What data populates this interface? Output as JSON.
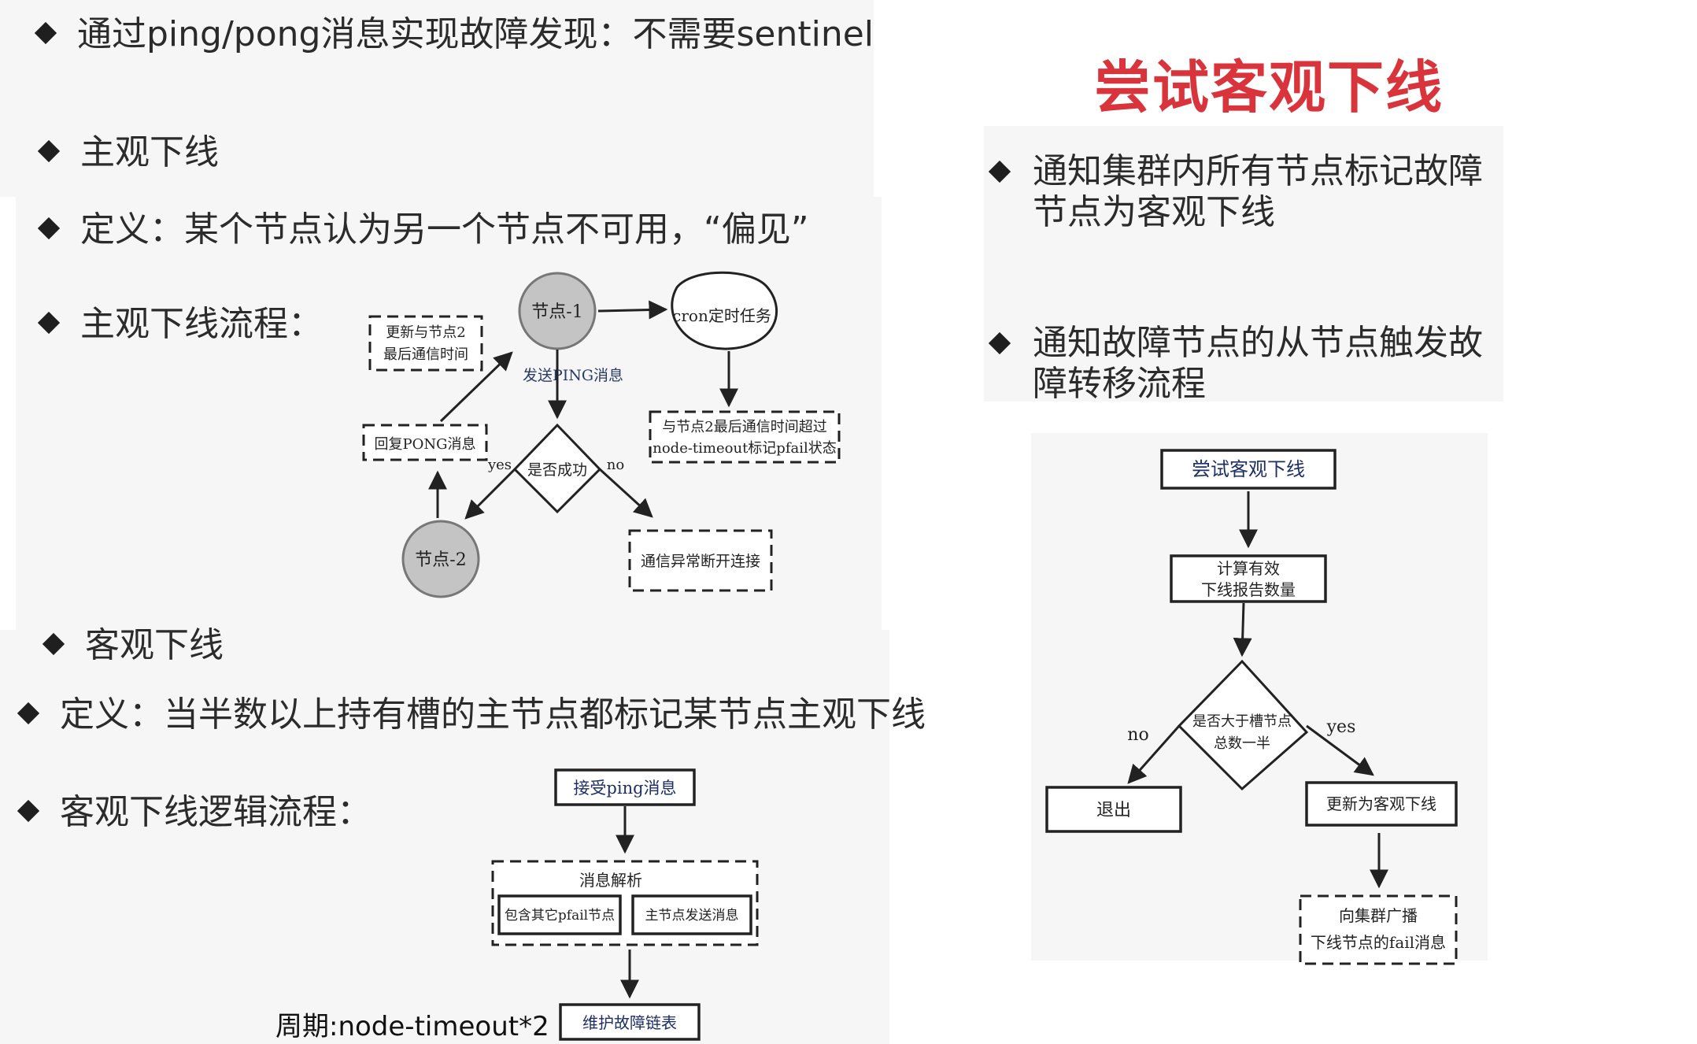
{
  "left": {
    "b1": "通过ping/pong消息实现故障发现：不需要sentinel",
    "b2": "主观下线",
    "b3": "定义：某个节点认为另一个节点不可用，“偏见”",
    "b4": "主观下线流程：",
    "b5": "客观下线",
    "b6": "定义：当半数以上持有槽的主节点都标记某节点主观下线",
    "b7": "客观下线逻辑流程：",
    "period": "周期:node-timeout*2"
  },
  "flow1": {
    "node1": "节点-1",
    "node2": "节点-2",
    "cron": "cron定时任务",
    "send_ping": "发送PING消息",
    "update_l1": "更新与节点2",
    "update_l2": "最后通信时间",
    "reply_pong": "回复PONG消息",
    "success": "是否成功",
    "yes": "yes",
    "no": "no",
    "timeout_l1": "与节点2最后通信时间超过",
    "timeout_l2": "node-timeout标记pfail状态",
    "disconnect": "通信异常断开连接"
  },
  "flow2": {
    "accept_ping": "接受ping消息",
    "parse": "消息解析",
    "contains": "包含其它pfail节点",
    "master_msg": "主节点发送消息",
    "maintain": "维护故障链表"
  },
  "right": {
    "title": "尝试客观下线",
    "b1": "通知集群内所有节点标记故障节点为客观下线",
    "b2": "通知故障节点的从节点触发故障转移流程"
  },
  "flow3": {
    "try": "尝试客观下线",
    "calc_l1": "计算有效",
    "calc_l2": "下线报告数量",
    "decide_l1": "是否大于槽节点",
    "decide_l2": "总数一半",
    "no": "no",
    "yes": "yes",
    "exit": "退出",
    "update": "更新为客观下线",
    "bcast_l1": "向集群广播",
    "bcast_l2": "下线节点的fail消息"
  }
}
